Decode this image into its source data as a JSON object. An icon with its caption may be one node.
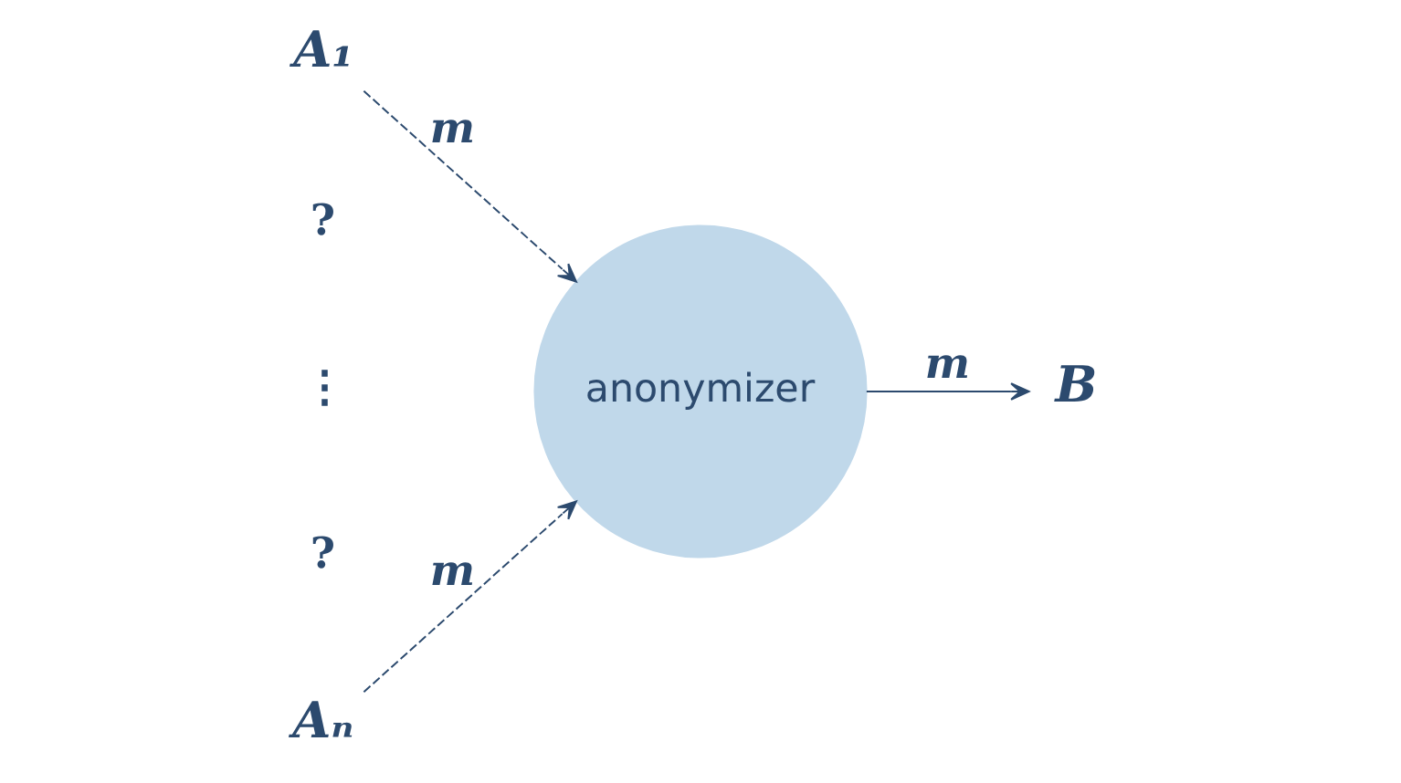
{
  "diagram": {
    "nodes": [
      {
        "text": [
          "A₁"
        ]
      },
      {
        "text": [
          "Aₙ"
        ]
      },
      {
        "text": [
          "anonymizer"
        ]
      },
      {
        "text": [
          "B"
        ]
      }
    ],
    "edges": [
      {
        "from": 0,
        "to": 2,
        "arrow": "to",
        "label": "m",
        "style": "dashed"
      },
      {
        "from": 1,
        "to": 2,
        "arrow": "to",
        "label": "m",
        "style": "dashed"
      },
      {
        "from": 2,
        "to": 3,
        "arrow": "to",
        "label": "m"
      }
    ],
    "labels": [
      "?",
      "⋮",
      "?"
    ]
  }
}
